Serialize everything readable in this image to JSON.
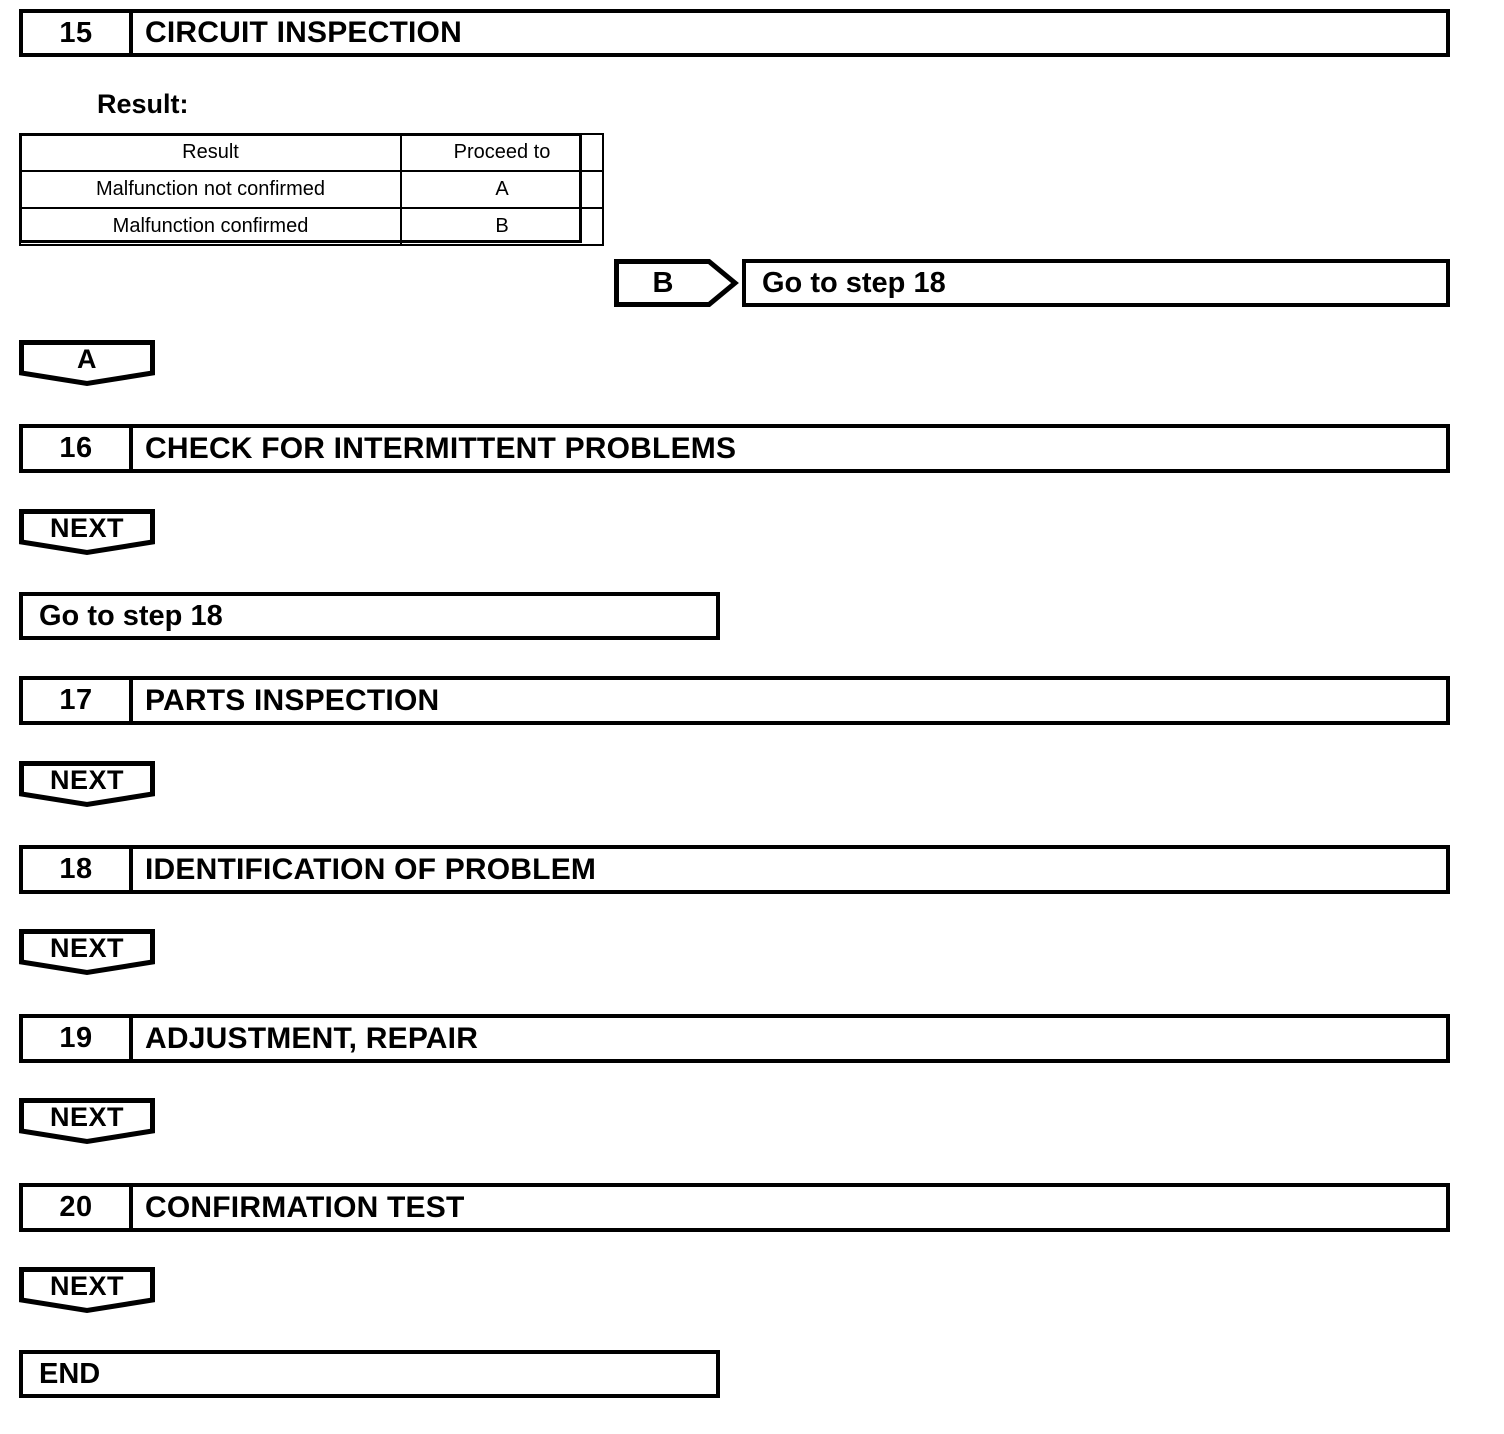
{
  "document": {
    "type": "automotive-diagnostic-flowchart",
    "line_color": "#000000",
    "background_color": "#ffffff"
  },
  "steps": [
    {
      "number": "15",
      "title": "CIRCUIT INSPECTION"
    },
    {
      "number": "16",
      "title": "CHECK FOR INTERMITTENT PROBLEMS"
    },
    {
      "number": "17",
      "title": "PARTS INSPECTION"
    },
    {
      "number": "18",
      "title": "IDENTIFICATION OF PROBLEM"
    },
    {
      "number": "19",
      "title": "ADJUSTMENT, REPAIR"
    },
    {
      "number": "20",
      "title": "CONFIRMATION TEST"
    }
  ],
  "result_section": {
    "caption": "Result:",
    "table": {
      "headers": [
        "Result",
        "Proceed to"
      ],
      "rows": [
        [
          "Malfunction not confirmed",
          "A"
        ],
        [
          "Malfunction confirmed",
          "B"
        ]
      ]
    }
  },
  "connectors": {
    "b": "B",
    "a": "A",
    "next": "NEXT"
  },
  "boxes": {
    "goto_step_18_from_b": "Go to step 18",
    "goto_step_18_after_16": "Go to step 18",
    "end": "END"
  }
}
